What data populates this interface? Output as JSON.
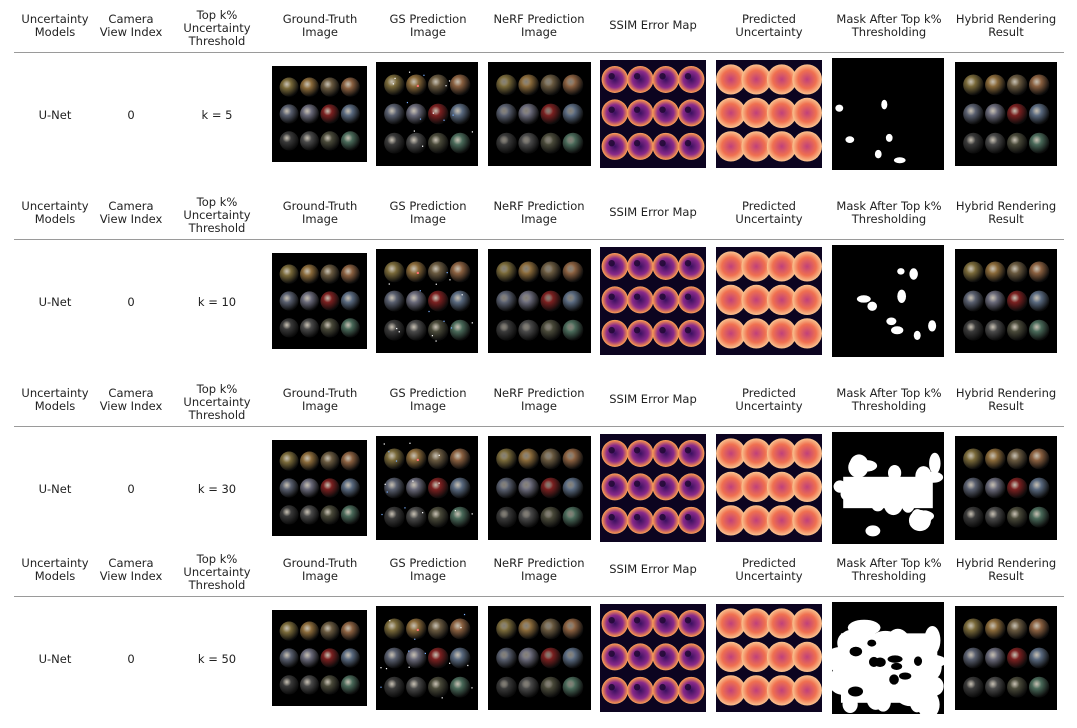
{
  "headers": [
    "Uncertainty\nModels",
    "Camera\nView Index",
    "Top k%\nUncertainty\nThreshold",
    "Ground-Truth\nImage",
    "GS Prediction\nImage",
    "NeRF Prediction\nImage",
    "SSIM Error Map",
    "Predicted\nUncertainty",
    "Mask After Top k%\nThresholding",
    "Hybrid Rendering\nResult"
  ],
  "rows": [
    {
      "model": "U-Net",
      "view": "0",
      "k": "k = 5"
    },
    {
      "model": "U-Net",
      "view": "0",
      "k": "k = 10"
    },
    {
      "model": "U-Net",
      "view": "0",
      "k": "k = 30"
    },
    {
      "model": "U-Net",
      "view": "0",
      "k": "k = 50"
    }
  ],
  "image_types": [
    "spheres",
    "spheres-gs",
    "spheres-nerf",
    "ssim-map",
    "uncertainty-map",
    "mask",
    "spheres-hybrid"
  ],
  "colors": {
    "rule": "#9a9a9a",
    "text": "#222222",
    "mask_white": "#ffffff",
    "image_bg": "#000000"
  }
}
